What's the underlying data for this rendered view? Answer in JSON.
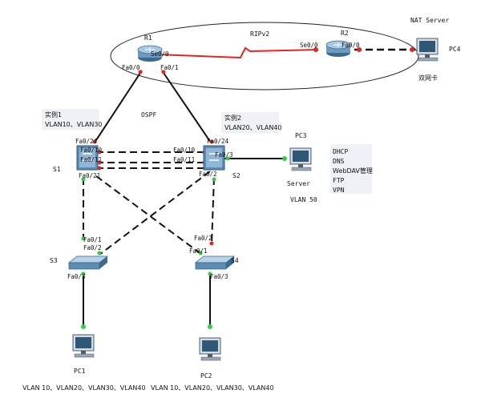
{
  "devices": {
    "r1": "R1",
    "r2": "R2",
    "nat_server": "NAT Server",
    "pc4": "PC4",
    "dual_nic": "双网卡",
    "s1": "S1",
    "s2": "S2",
    "s3": "S3",
    "s4": "S4",
    "pc3": "PC3",
    "server": "Server",
    "vlan50": "VLAN 50",
    "pc1": "PC1",
    "pc2": "PC2"
  },
  "protocols": {
    "ripv2": "RIPv2",
    "ospf": "OSPF"
  },
  "instances": {
    "inst1_title": "实例1",
    "inst1_vlans": "VLAN10、VLAN30",
    "inst2_title": "实例2",
    "inst2_vlans": "VLAN20、VLAN40"
  },
  "services": [
    "DHCP",
    "DNS",
    "WebDAV管理",
    "FTP",
    "VPN"
  ],
  "pc_vlans": {
    "pc1": "VLAN 10、VLAN20、VLAN30、VLAN40",
    "pc2": "VLAN 10、VLAN20、VLAN30、VLAN40"
  },
  "ports": {
    "r1_se00": "Se0/0",
    "r1_fa00": "Fa0/0",
    "r1_fa01": "Fa0/1",
    "r2_se00": "Se0/0",
    "r2_fa00": "Fa0/0",
    "s1_fa024": "Fa0/24",
    "s1_fa010": "Fa0/10",
    "s1_fa011": "Fa0/11",
    "s1_fa021": "Fa0/21",
    "s2_fa024": "Fa0/24",
    "s2_fa010": "Fa0/10",
    "s2_fa011": "Fa0/11",
    "s2_fa03": "Fa0/3",
    "s2_fa02": "Fa0/2",
    "s3_fa01": "Fa0/1",
    "s3_fa02": "Fa0/2",
    "s3_fa03": "Fa0/3",
    "s4_fa02": "Fa0/2",
    "s4_fa01": "Fa0/1",
    "s4_fa03": "Fa0/3"
  },
  "colors": {
    "serial": "#e8231f",
    "link": "#111111",
    "up": "#2ecc40",
    "down": "#e8231f"
  }
}
